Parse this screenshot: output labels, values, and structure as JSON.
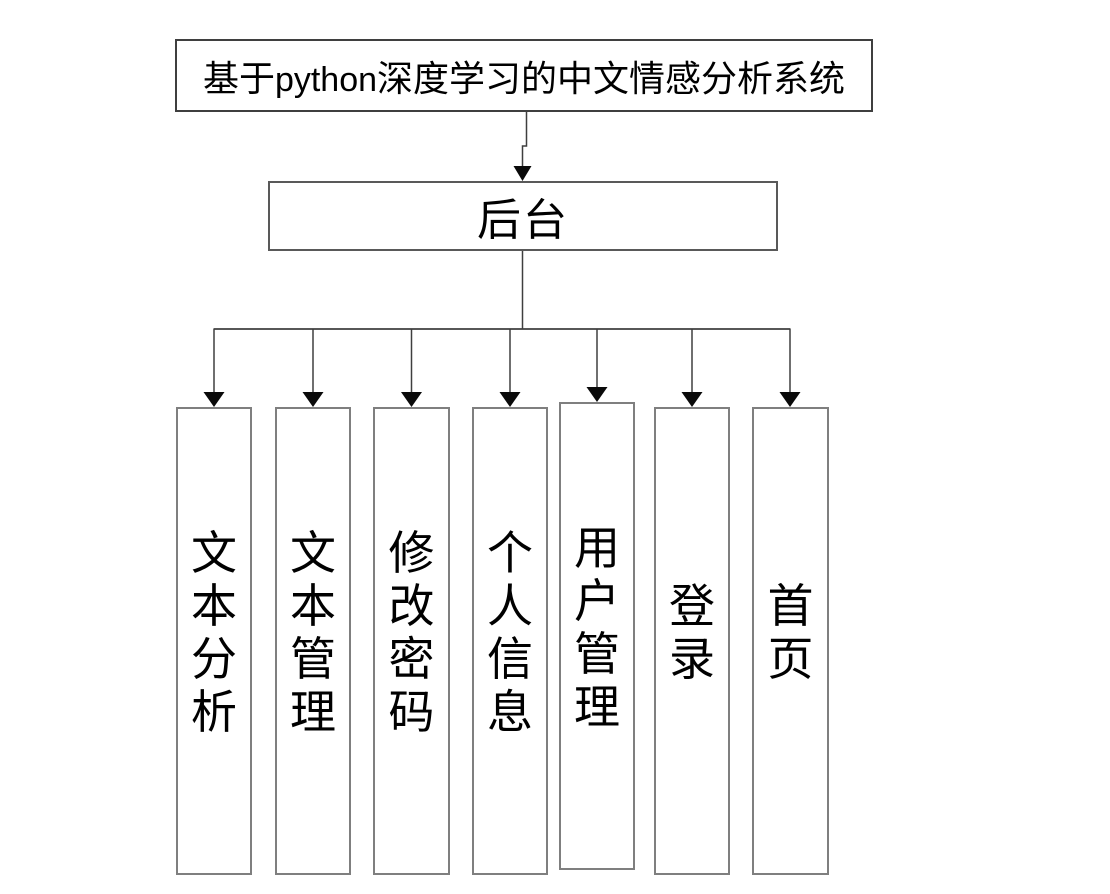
{
  "diagram": {
    "title_prefix": "基于",
    "title_latin": "python",
    "title_suffix": "深度学习的中文情感分析系统",
    "root_label": "后台",
    "children": [
      {
        "id": "text-analysis",
        "label": "文本分析"
      },
      {
        "id": "text-management",
        "label": "文本管理"
      },
      {
        "id": "change-password",
        "label": "修改密码"
      },
      {
        "id": "personal-info",
        "label": "个人信息"
      },
      {
        "id": "user-management",
        "label": "用户管理"
      },
      {
        "id": "login",
        "label": "登录"
      },
      {
        "id": "home",
        "label": "首页"
      }
    ]
  },
  "colors": {
    "background": "#ffffff",
    "title_box_border": "#3f3f3f",
    "root_box_border": "#595959",
    "child_box_border": "#7f7f7f",
    "connector_line": "#3f3f3f",
    "arrowhead": "#0a0a0a",
    "text": "#000000"
  }
}
